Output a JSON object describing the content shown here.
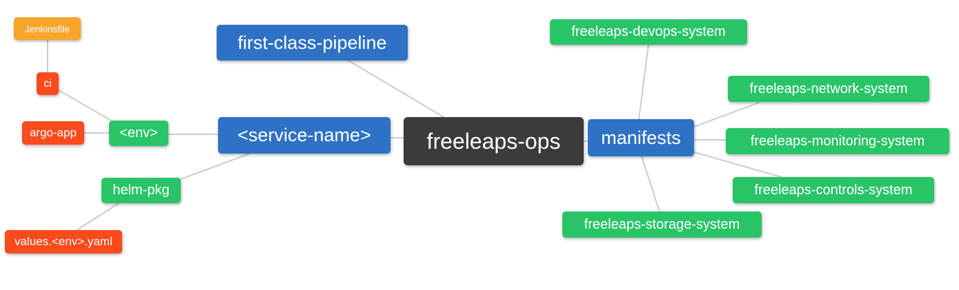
{
  "palette": {
    "orange": "#f7a62c",
    "red": "#fa4b1d",
    "green": "#29c468",
    "blue": "#2e71c5",
    "dark": "#3b3b3b",
    "edge_line": "#cccccc",
    "background": "#ffffff",
    "text": "#ffffff"
  },
  "diagram": {
    "type": "mindmap",
    "root": "freeleaps-ops",
    "nodes": [
      {
        "id": "jenkinsfile",
        "label": "Jenkinsfile",
        "color": "orange"
      },
      {
        "id": "ci",
        "label": "ci",
        "color": "red"
      },
      {
        "id": "argo-app",
        "label": "argo-app",
        "color": "red"
      },
      {
        "id": "env",
        "label": "<env>",
        "color": "green"
      },
      {
        "id": "service-name",
        "label": "<service-name>",
        "color": "blue"
      },
      {
        "id": "first-class-pipeline",
        "label": "first-class-pipeline",
        "color": "blue"
      },
      {
        "id": "freeleaps-ops",
        "label": "freeleaps-ops",
        "color": "dark"
      },
      {
        "id": "manifests",
        "label": "manifests",
        "color": "blue"
      },
      {
        "id": "devops-system",
        "label": "freeleaps-devops-system",
        "color": "green"
      },
      {
        "id": "network-system",
        "label": "freeleaps-network-system",
        "color": "green"
      },
      {
        "id": "monitoring-system",
        "label": "freeleaps-monitoring-system",
        "color": "green"
      },
      {
        "id": "controls-system",
        "label": "freeleaps-controls-system",
        "color": "green"
      },
      {
        "id": "storage-system",
        "label": "freeleaps-storage-system",
        "color": "green"
      },
      {
        "id": "helm-pkg",
        "label": "helm-pkg",
        "color": "green"
      },
      {
        "id": "values-env-yaml",
        "label": "values.<env>.yaml",
        "color": "red"
      }
    ],
    "edges": [
      {
        "from": "jenkinsfile",
        "to": "ci"
      },
      {
        "from": "ci",
        "to": "env"
      },
      {
        "from": "argo-app",
        "to": "env"
      },
      {
        "from": "env",
        "to": "service-name"
      },
      {
        "from": "service-name",
        "to": "freeleaps-ops"
      },
      {
        "from": "first-class-pipeline",
        "to": "freeleaps-ops"
      },
      {
        "from": "service-name",
        "to": "helm-pkg"
      },
      {
        "from": "helm-pkg",
        "to": "values-env-yaml"
      },
      {
        "from": "freeleaps-ops",
        "to": "manifests"
      },
      {
        "from": "manifests",
        "to": "devops-system"
      },
      {
        "from": "manifests",
        "to": "network-system"
      },
      {
        "from": "manifests",
        "to": "monitoring-system"
      },
      {
        "from": "manifests",
        "to": "controls-system"
      },
      {
        "from": "manifests",
        "to": "storage-system"
      }
    ]
  }
}
